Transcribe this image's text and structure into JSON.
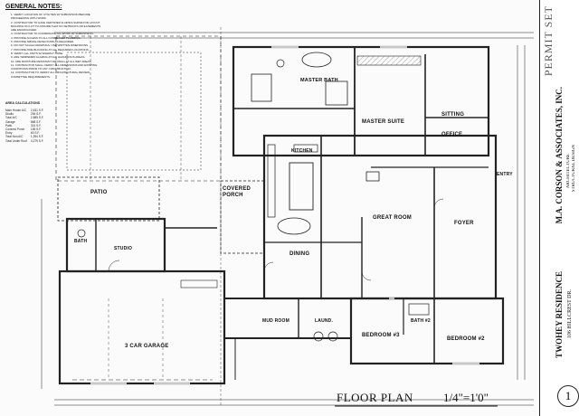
{
  "general_notes": {
    "title": "GENERAL NOTES:",
    "items": [
      "1. VERIFY LOCATION OF UTILITIES W/ SUBDIVISION BEFORE PROCEEDING WITH WORK.",
      "2. CONTRACTOR TO HAVE CERTIFIED FLORIDA SURVEYOR LAYOUT BUILDING ON LOT TO ASSURE THAT NO SETBACKS OR EASEMENTS ARE ENCROACHED.",
      "3. CONTRACTOR TO COORDINATE ALL WORK W/ SUBDIVISION.",
      "4. PROVIDE ACCESS TO ALL CONCEALED PLUMBING.",
      "5. PROVIDE SMOKE DETECTORS AS REQUIRED.",
      "6. DO NOT SCALE DRAWINGS. USE WRITTEN DIMENSIONS.",
      "7. PROVIDE FIRE BLOCKING AT ALL REQUIRED LOCATIONS.",
      "8. VERIFY ALL UNITS W/ ENERGY CODE.",
      "9. ARE TEMPERED GLAZING AT ALL HAZARDOUS AREAS.",
      "10. ARE MOISTURE RESISTANT DRYWALL AT ALL WET AREAS.",
      "11. CONTRACTOR SHALL VERIFY ALL DIMENSIONS AND EXISTING CONDITIONS PRIOR TO ANY CONSTRUCTION.",
      "12. CONTRACTOR TO VERIFY ALL ARCHITECTURAL REVIEW COMMITTEE REQUIREMENTS."
    ]
  },
  "area_calculations": {
    "title": "AREA CALCULATIONS",
    "rows": [
      {
        "label": "Main House A/C",
        "value": "2,631 S.F."
      },
      {
        "label": "Studio",
        "value": "254 S.F."
      },
      {
        "label": "Total A/C",
        "value": "2,885 S.F."
      },
      {
        "label": "Garage",
        "value": "868 S.F."
      },
      {
        "label": "Patio",
        "value": "301 S.F."
      },
      {
        "label": "Covered Porch",
        "value": "165 S.F."
      },
      {
        "label": "Entry",
        "value": "60 S.F."
      },
      {
        "label": "Total Non A/C",
        "value": "1,394 S.F."
      },
      {
        "label": "Total Under Roof",
        "value": "4,279 S.F."
      }
    ]
  },
  "rooms": {
    "master_bath": "MASTER BATH",
    "master_suite": "MASTER SUITE",
    "sitting": "SITTING",
    "office": "OFFICE",
    "kitchen": "KITCHEN",
    "covered_porch": "COVERED PORCH",
    "great_room": "GREAT ROOM",
    "foyer": "FOYER",
    "dining": "DINING",
    "patio": "PATIO",
    "studio": "STUDIO",
    "bath_studio": "BATH",
    "three_car_garage": "3 CAR GARAGE",
    "mud_room": "MUD ROOM",
    "laundry": "LAUND.",
    "bath_2": "BATH #2",
    "bedroom_3": "BEDROOM #3",
    "bedroom_2": "BEDROOM #2",
    "entry": "ENTRY"
  },
  "plan_title": "FLOOR PLAN",
  "plan_scale": "1/4\"=1'0\"",
  "title_block": {
    "permit_set": "PERMIT SET",
    "firm": "M.A. CORSON & ASSOCIATES, INC.",
    "firm_sub_1": "ARCHITECTURE",
    "firm_sub_2": "STRUCTURAL DESIGN",
    "project": "TWOHEY RESIDENCE",
    "address": "106 HILLCREST DR.",
    "sheet_number": "1"
  },
  "colors": {
    "ink": "#111111",
    "paper": "#fbfbfb",
    "hatch": "#666666"
  }
}
